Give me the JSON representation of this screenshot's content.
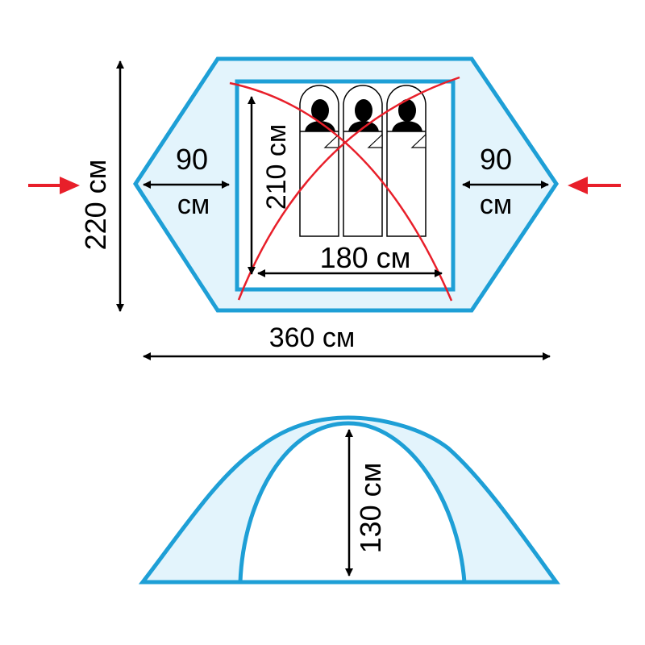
{
  "labels": {
    "width_total": "360 см",
    "depth_total": "220 см",
    "inner_length": "210 см",
    "inner_width": "180 см",
    "vestibule_left_num": "90",
    "vestibule_left_unit": "см",
    "vestibule_right_num": "90",
    "vestibule_right_unit": "см",
    "height": "130 см"
  },
  "people": {
    "count": 3
  },
  "colors": {
    "outline": "#1e9fd6",
    "fill": "#e3f4fc",
    "arrow": "#e81f2a",
    "cross": "#e81f2a",
    "dimension": "#000000"
  },
  "icons": [
    "person-silhouette-icon",
    "entrance-arrow-icon"
  ]
}
